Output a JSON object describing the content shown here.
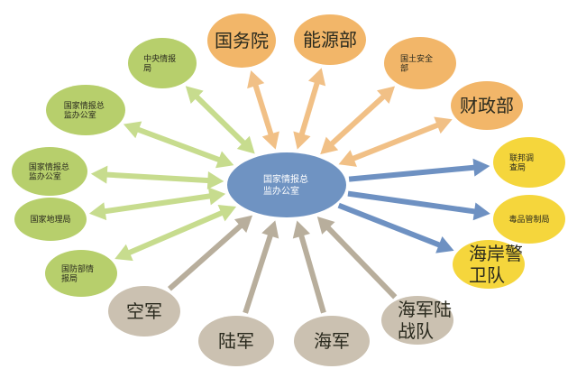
{
  "center": {
    "id": "dni-center",
    "lines": [
      "国家情报总",
      "监办公室"
    ],
    "color": "#6f93c2",
    "text_color": "#ffffff"
  },
  "colors": {
    "green_fill": "#b7cf6c",
    "green_arrow": "#c7dc8e",
    "orange_fill": "#f2b669",
    "orange_arrow": "#f1c086",
    "yellow_fill": "#f5d63c",
    "blue_arrow": "#6e91c2",
    "grey_fill": "#cbc1b1",
    "grey_arrow": "#b8ae9c"
  },
  "nodes": [
    {
      "id": "cia",
      "lines": [
        "中央情报",
        "局"
      ],
      "group": "green",
      "size": "small"
    },
    {
      "id": "odni-1",
      "lines": [
        "国家情报总",
        "监办公室"
      ],
      "group": "green",
      "size": "small"
    },
    {
      "id": "odni-2",
      "lines": [
        "国家情报总",
        "监办公室"
      ],
      "group": "green",
      "size": "small"
    },
    {
      "id": "nga",
      "lines": [
        "国家地理局"
      ],
      "group": "green",
      "size": "small"
    },
    {
      "id": "dia",
      "lines": [
        "国防部情",
        "报局"
      ],
      "group": "green",
      "size": "small"
    },
    {
      "id": "state-council",
      "lines": [
        "国务院"
      ],
      "group": "orange",
      "size": "large"
    },
    {
      "id": "energy",
      "lines": [
        "能源部"
      ],
      "group": "orange",
      "size": "large"
    },
    {
      "id": "dhs",
      "lines": [
        "国土安全",
        "部"
      ],
      "group": "orange",
      "size": "small"
    },
    {
      "id": "treasury",
      "lines": [
        "财政部"
      ],
      "group": "orange",
      "size": "large"
    },
    {
      "id": "fbi",
      "lines": [
        "联邦调",
        "查局"
      ],
      "group": "yellow",
      "size": "small"
    },
    {
      "id": "dea",
      "lines": [
        "毒品管制局"
      ],
      "group": "yellow",
      "size": "small"
    },
    {
      "id": "coast-guard",
      "lines": [
        "海岸警",
        "卫队"
      ],
      "group": "yellow",
      "size": "large"
    },
    {
      "id": "marines",
      "lines": [
        "海军陆",
        "战队"
      ],
      "group": "grey",
      "size": "large"
    },
    {
      "id": "navy",
      "lines": [
        "海军"
      ],
      "group": "grey",
      "size": "large"
    },
    {
      "id": "army",
      "lines": [
        "陆军"
      ],
      "group": "grey",
      "size": "large"
    },
    {
      "id": "air-force",
      "lines": [
        "空军"
      ],
      "group": "grey",
      "size": "large"
    }
  ]
}
